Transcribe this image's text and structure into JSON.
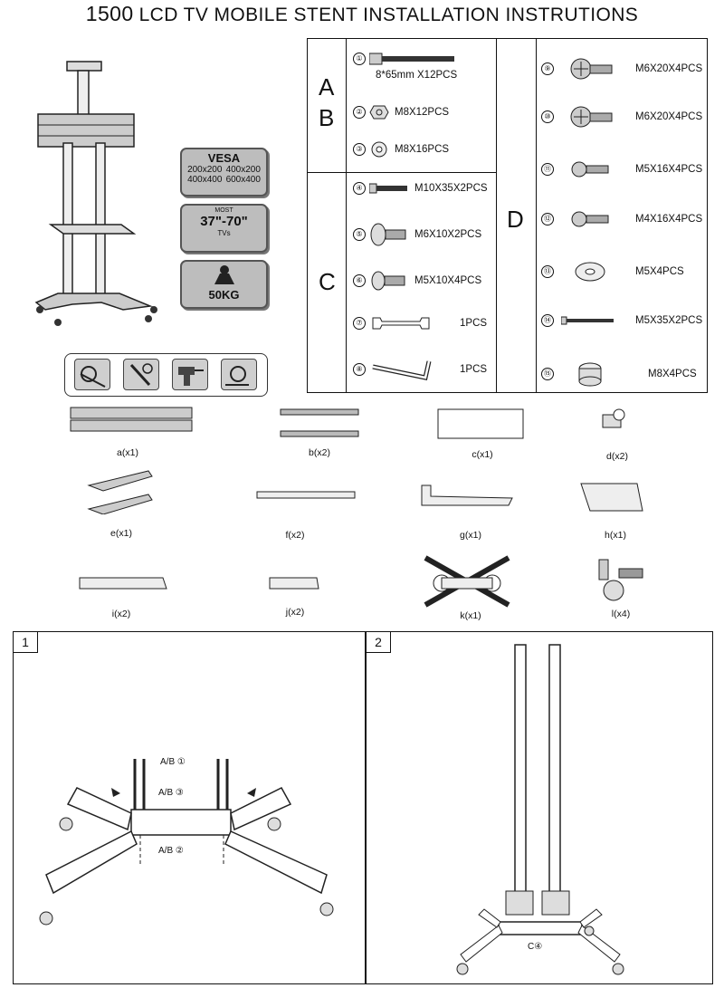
{
  "header": {
    "number": "1500",
    "title": "LCD TV MOBILE STENT INSTALLATION INSTRUTIONS"
  },
  "specs": {
    "vesa_label": "VESA",
    "vesa_sizes": [
      "200x200",
      "400x200",
      "400x400",
      "600x400"
    ],
    "size_most": "MOST",
    "size_range": "37\"-70\"",
    "size_tvs": "TVs",
    "max_load": "50KG"
  },
  "hardware": {
    "group_ab": [
      "A",
      "B"
    ],
    "group_c": "C",
    "group_d": "D",
    "items": [
      {
        "num": "①",
        "label": "8*65mm X12PCS"
      },
      {
        "num": "②",
        "label": "M8X12PCS"
      },
      {
        "num": "③",
        "label": "M8X16PCS"
      },
      {
        "num": "④",
        "label": "M10X35X2PCS"
      },
      {
        "num": "⑤",
        "label": "M6X10X2PCS"
      },
      {
        "num": "⑥",
        "label": "M5X10X4PCS"
      },
      {
        "num": "⑦",
        "label": "1PCS"
      },
      {
        "num": "⑧",
        "label": "1PCS"
      },
      {
        "num": "⑨",
        "label": "M6X20X4PCS"
      },
      {
        "num": "⑩",
        "label": "M6X20X4PCS"
      },
      {
        "num": "⑪",
        "label": "M5X16X4PCS"
      },
      {
        "num": "⑫",
        "label": "M4X16X4PCS"
      },
      {
        "num": "⑬",
        "label": "M5X4PCS"
      },
      {
        "num": "⑭",
        "label": "M5X35X2PCS"
      },
      {
        "num": "⑮",
        "label": "M8X4PCS"
      }
    ]
  },
  "parts": [
    {
      "label": "a(x1)"
    },
    {
      "label": "b(x2)"
    },
    {
      "label": "c(x1)"
    },
    {
      "label": "d(x2)"
    },
    {
      "label": "e(x1)"
    },
    {
      "label": "f(x2)"
    },
    {
      "label": "g(x1)"
    },
    {
      "label": "h(x1)"
    },
    {
      "label": "i(x2)"
    },
    {
      "label": "j(x2)"
    },
    {
      "label": "k(x1)"
    },
    {
      "label": "l(x4)"
    }
  ],
  "steps": [
    {
      "number": "1",
      "callouts": [
        "A/B ①",
        "A/B ③",
        "A/B ②"
      ]
    },
    {
      "number": "2",
      "callouts": [
        "C④"
      ]
    }
  ]
}
